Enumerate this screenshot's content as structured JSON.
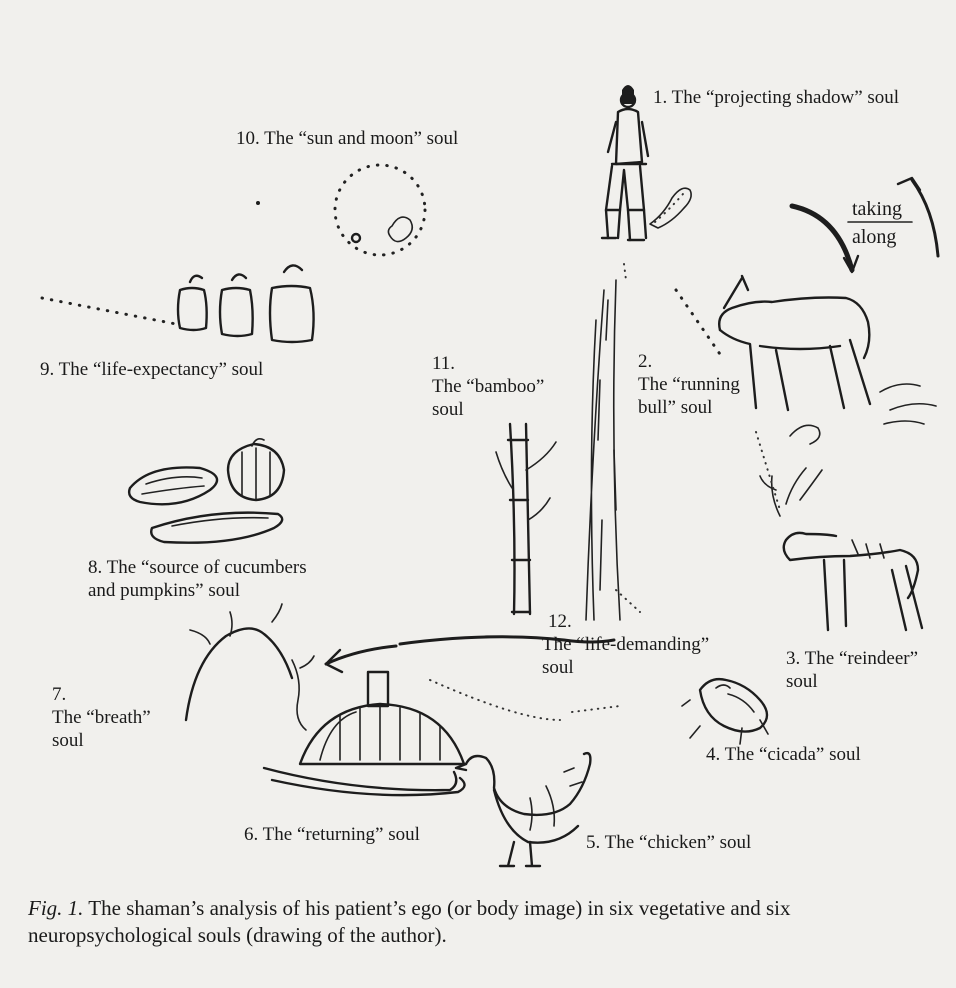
{
  "labels": {
    "projecting_shadow": "1. The “projecting shadow” soul",
    "sun_moon": "10. The “sun and moon” soul",
    "taking": "taking",
    "along": "along",
    "life_expectancy": "9. The “life-expectancy” soul",
    "bamboo_1": "11.",
    "bamboo_2": "The “bamboo”",
    "bamboo_3": "soul",
    "running_bull_1": "2.",
    "running_bull_2": "The “running",
    "running_bull_3": "bull” soul",
    "cucumbers_1": "8. The “source of cucumbers",
    "cucumbers_2": "and pumpkins” soul",
    "life_demanding_1": "12.",
    "life_demanding_2": "The “life-demanding”",
    "life_demanding_3": "soul",
    "reindeer_1": "3. The “reindeer”",
    "reindeer_2": "soul",
    "breath_1": "7.",
    "breath_2": "The “breath”",
    "breath_3": "soul",
    "cicada": "4. The “cicada” soul",
    "returning": "6. The “returning” soul",
    "chicken": "5. The “chicken” soul"
  },
  "caption": {
    "fig": "Fig. 1.",
    "text": " The shaman’s analysis of his patient’s ego (or body image) in six vegetative and six neuropsychological souls (drawing of the author)."
  }
}
